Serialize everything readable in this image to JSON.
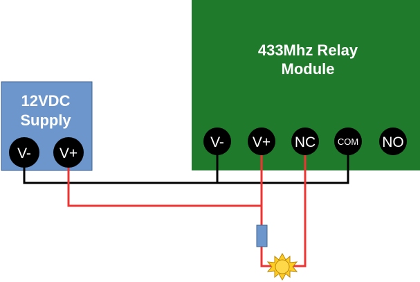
{
  "supply": {
    "title_line1": "12VDC",
    "title_line2": "Supply",
    "color": "#6c96cc",
    "terminals": [
      "V-",
      "V+"
    ]
  },
  "relay": {
    "title_line1": "433Mhz Relay",
    "title_line2": "Module",
    "color": "#1f7a2b",
    "terminals": [
      "V-",
      "V+",
      "NC",
      "COM",
      "NO"
    ]
  },
  "wires": {
    "negative_color": "#000000",
    "positive_color": "#ee3333"
  },
  "components": {
    "resistor": "resistor-icon",
    "lamp": "sun-lamp-icon"
  }
}
